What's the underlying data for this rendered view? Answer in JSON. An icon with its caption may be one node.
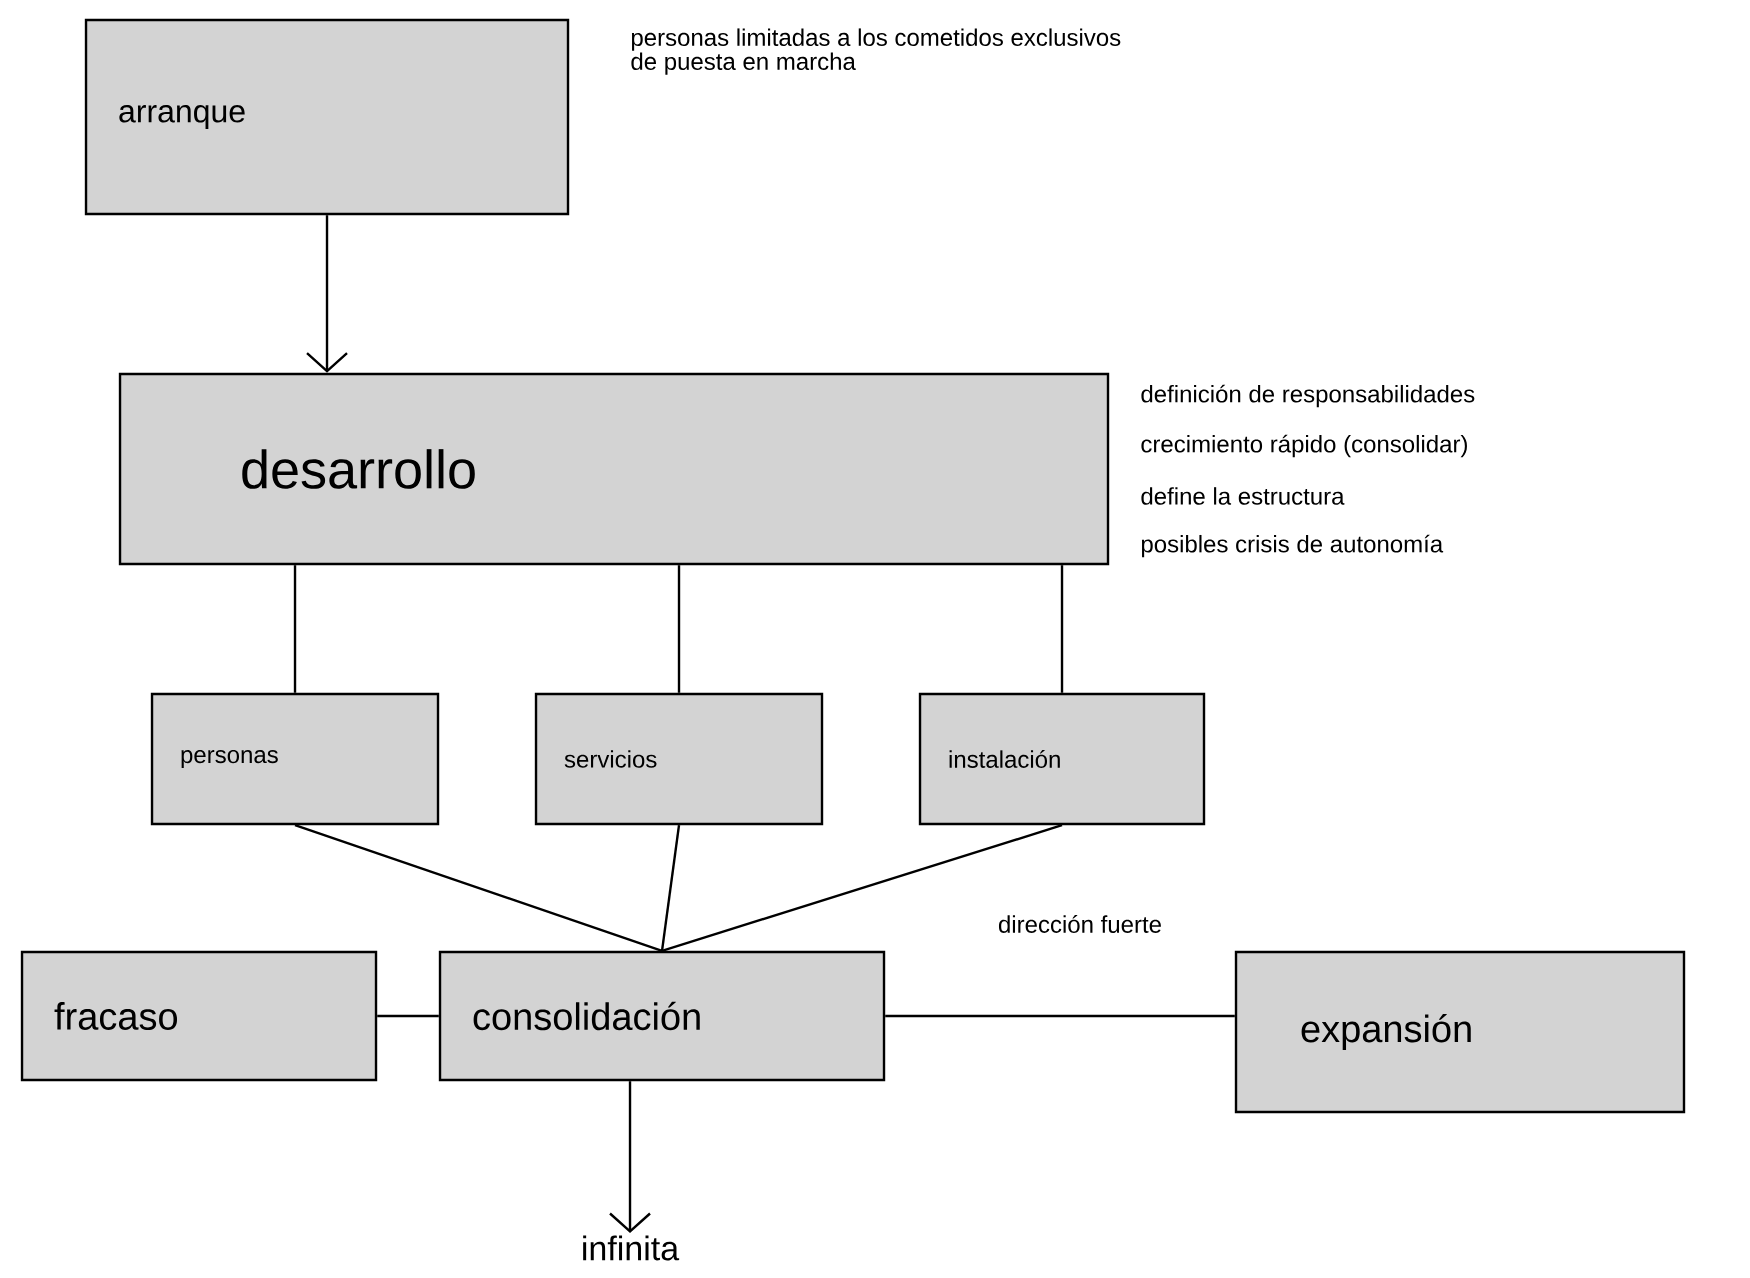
{
  "diagram": {
    "nodes": [
      {
        "text": [
          "arranque"
        ],
        "beside": [
          "personas limitadas a los cometidos exclusivos de puesta en marcha"
        ]
      },
      {
        "text": [
          "desarrollo"
        ],
        "beside": [
          "definición de responsabilidades",
          "crecimiento rápido (consolidar)",
          "define la estructura",
          "posibles crisis de autonomía"
        ]
      },
      {
        "text": [
          "personas"
        ]
      },
      {
        "text": [
          "servicios"
        ]
      },
      {
        "text": [
          "instalación"
        ]
      },
      {
        "text": [
          "fracaso"
        ]
      },
      {
        "text": [
          "consolidación"
        ]
      },
      {
        "text": [
          "expansión"
        ]
      },
      {
        "text": [
          "infinita"
        ]
      }
    ],
    "edges": [
      {
        "from": 0,
        "to": 1,
        "arrow": "to"
      },
      {
        "from": 1,
        "to": 2,
        "arrow": "none"
      },
      {
        "from": 1,
        "to": 3,
        "arrow": "none"
      },
      {
        "from": 1,
        "to": 4,
        "arrow": "none"
      },
      {
        "from": 2,
        "to": 6,
        "arrow": "none"
      },
      {
        "from": 3,
        "to": 6,
        "arrow": "none"
      },
      {
        "from": 4,
        "to": 6,
        "arrow": "none"
      },
      {
        "from": 5,
        "to": 6,
        "arrow": "none"
      },
      {
        "from": 6,
        "to": 7,
        "arrow": "none",
        "label": "dirección fuerte"
      },
      {
        "from": 6,
        "to": 8,
        "arrow": "to"
      }
    ]
  }
}
